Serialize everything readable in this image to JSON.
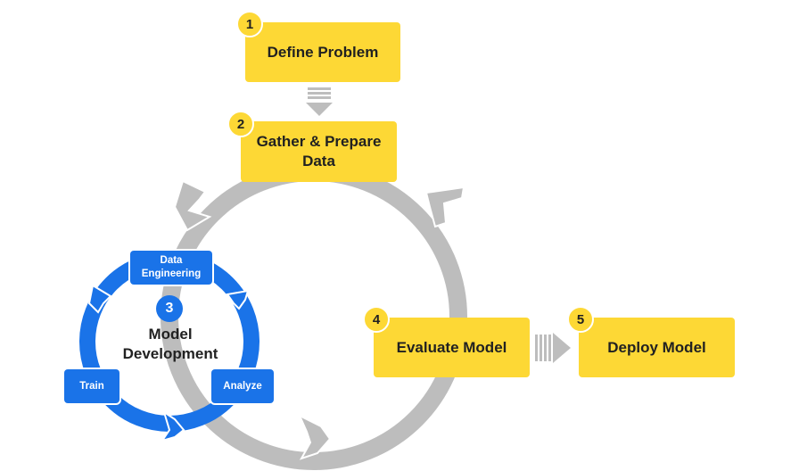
{
  "steps": [
    {
      "number": "1",
      "label": "Define Problem"
    },
    {
      "number": "2",
      "label": "Gather & Prepare Data"
    },
    {
      "number": "3",
      "label": "Model Development"
    },
    {
      "number": "4",
      "label": "Evaluate Model"
    },
    {
      "number": "5",
      "label": "Deploy Model"
    }
  ],
  "subcycle": {
    "data_engineering": "Data Engineering",
    "train": "Train",
    "analyze": "Analyze"
  },
  "colors": {
    "yellow_box": "#fdd835",
    "blue_box": "#1a73e8",
    "gray_arrow": "#bdbdbd",
    "text_dark": "#212121"
  }
}
